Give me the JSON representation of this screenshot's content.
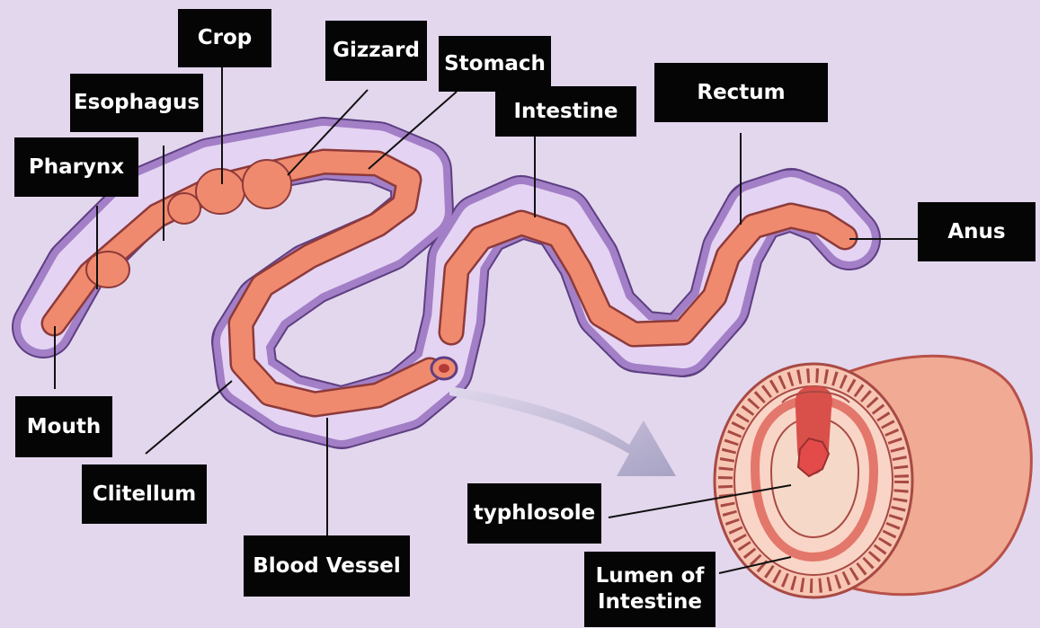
{
  "labels": {
    "crop": "Crop",
    "gizzard": "Gizzard",
    "stomach": "Stomach",
    "esophagus": "Esophagus",
    "intestine": "Intestine",
    "rectum": "Rectum",
    "pharynx": "Pharynx",
    "anus": "Anus",
    "mouth": "Mouth",
    "clitellum": "Clitellum",
    "typhlosole": "typhlosole",
    "blood_vessel": "Blood Vessel",
    "lumen_of_intestine": "Lumen of Intestine"
  },
  "colors": {
    "background": "#e3d7ee",
    "body": "#c9a6e0",
    "gut": "#f08a6e",
    "label_box": "#050505",
    "label_text": "#ffffff"
  }
}
